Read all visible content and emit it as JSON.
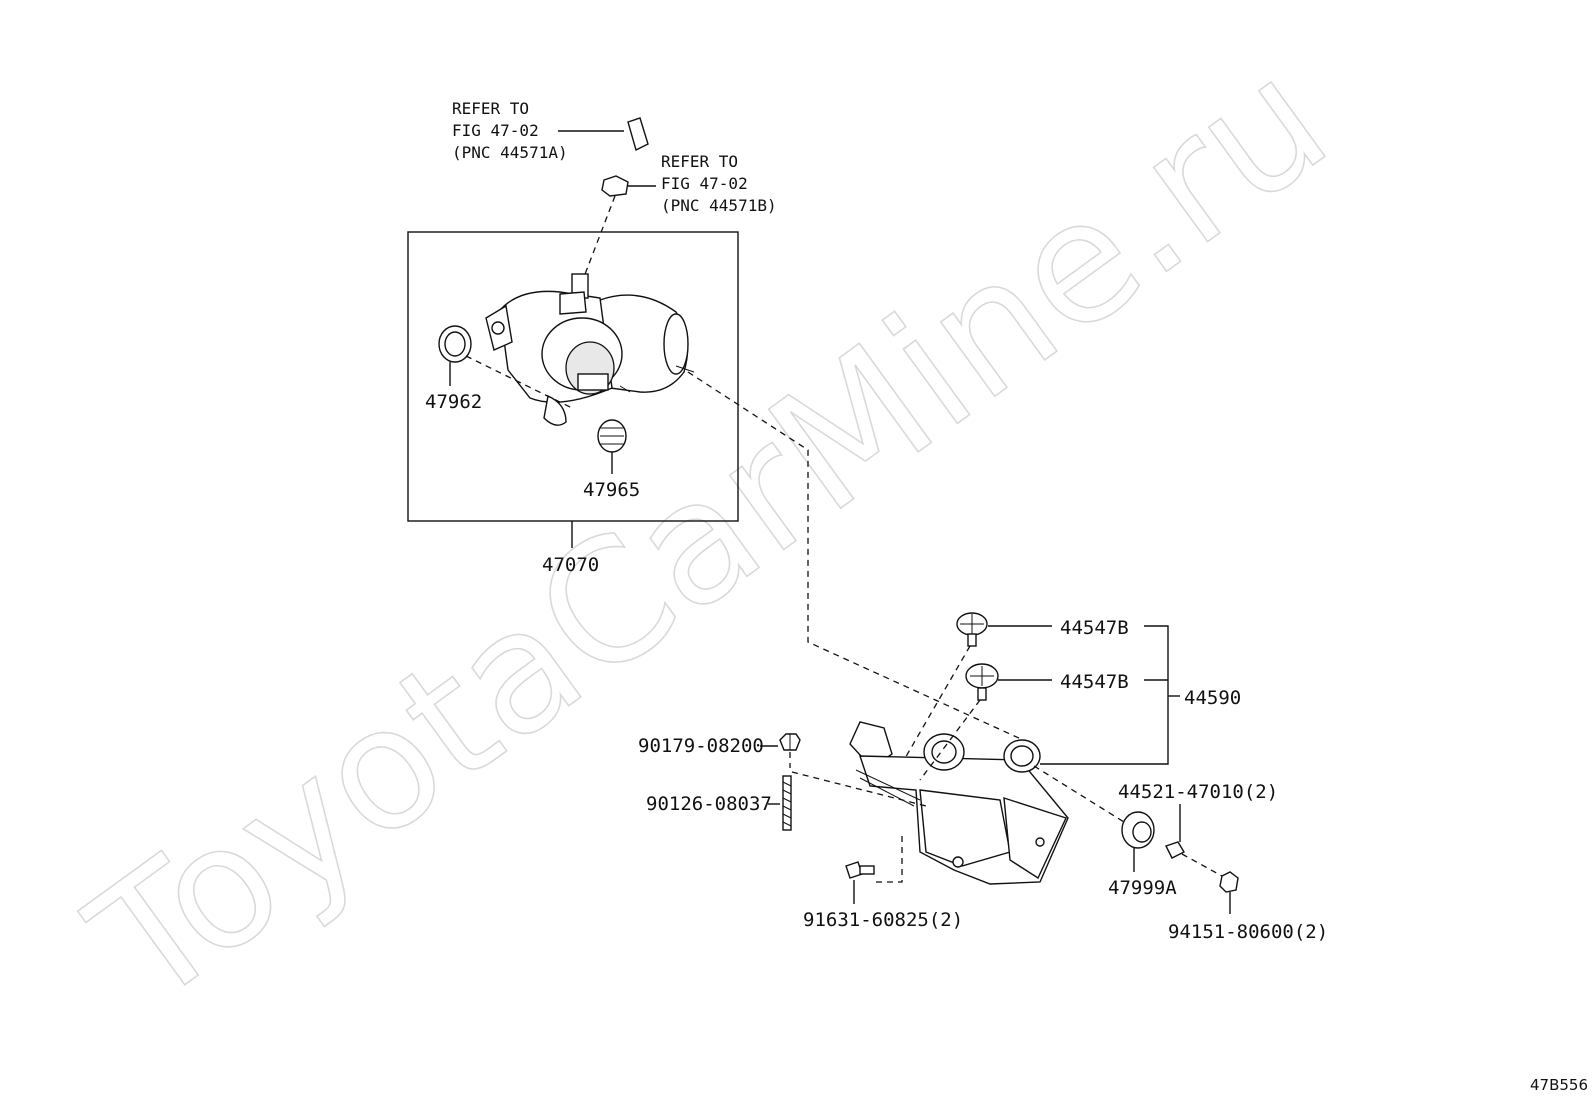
{
  "watermark": "ToyotaCarMine.ru",
  "figure_code": "47B556",
  "refs": {
    "ref_a": [
      "REFER TO",
      "FIG 47-02",
      "(PNC 44571A)"
    ],
    "ref_b": [
      "REFER TO",
      "FIG 47-02",
      "(PNC 44571B)"
    ]
  },
  "parts": {
    "p47962": "47962",
    "p47965": "47965",
    "p47070": "47070",
    "p44547b_1": "44547B",
    "p44547b_2": "44547B",
    "p44590": "44590",
    "p90179": "90179-08200",
    "p90126": "90126-08037",
    "p44521": "44521-47010(2)",
    "p47999a": "47999A",
    "p91631": "91631-60825(2)",
    "p94151": "94151-80600(2)"
  }
}
